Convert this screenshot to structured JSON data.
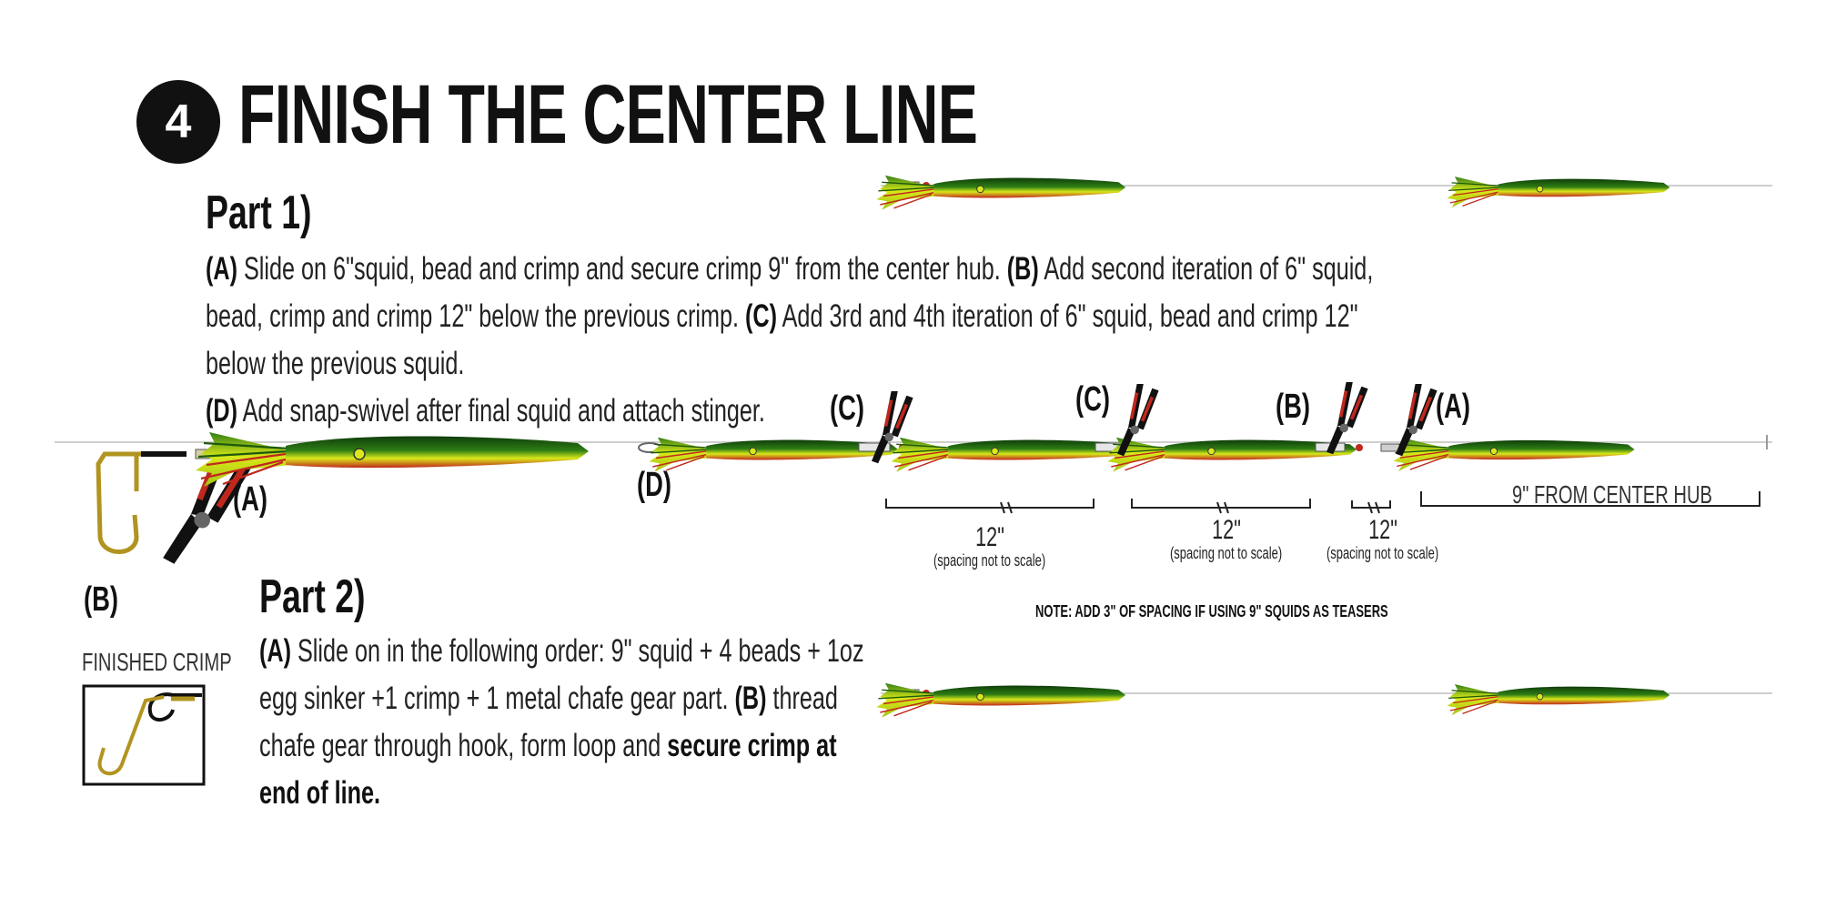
{
  "header": {
    "step_number": "4",
    "title": "FINISH THE CENTER LINE"
  },
  "part1": {
    "heading": "Part 1)",
    "a_label": "(A)",
    "a_text": " Slide on 6\"squid, bead and crimp and secure crimp 9\" from the center hub. ",
    "b_label": "(B)",
    "b_text": " Add second iteration of 6\" squid, bead, crimp and crimp 12\" below the previous crimp. ",
    "c_label": "(C)",
    "c_text": " Add 3rd and 4th iteration of 6\" squid, bead and crimp 12\" below the previous squid. ",
    "d_label": "(D)",
    "d_text": " Add snap-swivel after final squid and attach stinger."
  },
  "part2": {
    "heading": "Part 2)",
    "a_label": "(A)",
    "a_text": " Slide on in the following order: 9\" squid + 4 beads + 1oz egg sinker +1 crimp + 1 metal chafe gear part. ",
    "b_label": "(B)",
    "b_text": " thread chafe gear through hook, form loop and ",
    "b_bold": "secure crimp at end of line."
  },
  "diagram": {
    "label_a_hook": "(A)",
    "label_b_hook": "(B)",
    "label_d": "(D)",
    "label_c1": "(C)",
    "label_c2": "(C)",
    "label_b": "(B)",
    "label_a": "(A)",
    "finished_crimp": "FINISHED CRIMP",
    "center_hub_label": "9\" FROM CENTER HUB",
    "spacing_1": "12\"",
    "spacing_1_note": "(spacing not to scale)",
    "spacing_2": "12\"",
    "spacing_2_note": "(spacing not to scale)",
    "spacing_3": "12\"",
    "spacing_3_note": "(spacing not to scale)",
    "note": "NOTE:  ADD 3\" OF SPACING IF USING 9\" SQUIDS AS TEASERS"
  },
  "colors": {
    "squid_green": "#2e7d14",
    "squid_yellow": "#d8e81a",
    "squid_dark": "#0f3d0a",
    "squid_red": "#c0281e",
    "crimper_red": "#c0281e",
    "text": "#111111"
  }
}
